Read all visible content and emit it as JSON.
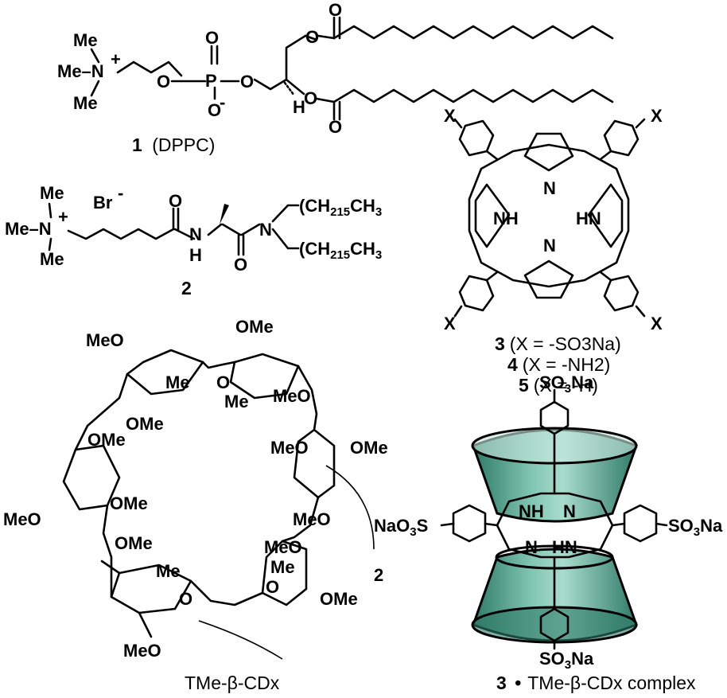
{
  "compounds": {
    "c1": {
      "number": "1",
      "name": "(DPPC)"
    },
    "c2": {
      "number": "2",
      "counterion": "Br",
      "chain_top": "(CH2)15CH3",
      "chain_bottom": "(CH2)15CH3"
    },
    "c3": {
      "number": "3",
      "x": "(X = -SO3Na)"
    },
    "c4": {
      "number": "4",
      "x": "(X = -NH2)"
    },
    "c5": {
      "number": "5",
      "x": "(X = -H)"
    }
  },
  "porphyrin": {
    "substituent": "X",
    "n_top": "N",
    "n_bottom": "N",
    "nh_left": "NH",
    "nh_right": "HN"
  },
  "cyclodextrin": {
    "caption": "TMe-β-CDx",
    "repeat": "2"
  },
  "complex": {
    "caption_number": "3",
    "caption_text": "TMe-β-CDx complex",
    "so3na_top": "SO3Na",
    "so3na_bottom": "SO3Na",
    "so3na_left": "NaO3S",
    "so3na_right": "SO3Na",
    "nh_top": "NH",
    "n_top": "N",
    "n_bottom": "N",
    "hn_bottom": "HN",
    "cone_color": "#4a9a86"
  }
}
